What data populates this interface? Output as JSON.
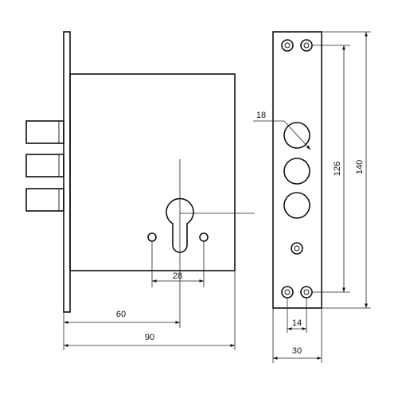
{
  "diagram": {
    "dimensions": {
      "backset": "60",
      "case_width": "90",
      "key_spacing": "28",
      "bolt_diameter": "18",
      "screw_spacing_vertical": "126",
      "faceplate_height": "140",
      "screw_spacing_horizontal": "14",
      "faceplate_width": "30"
    },
    "colors": {
      "line": "#111111",
      "background": "#ffffff"
    }
  }
}
